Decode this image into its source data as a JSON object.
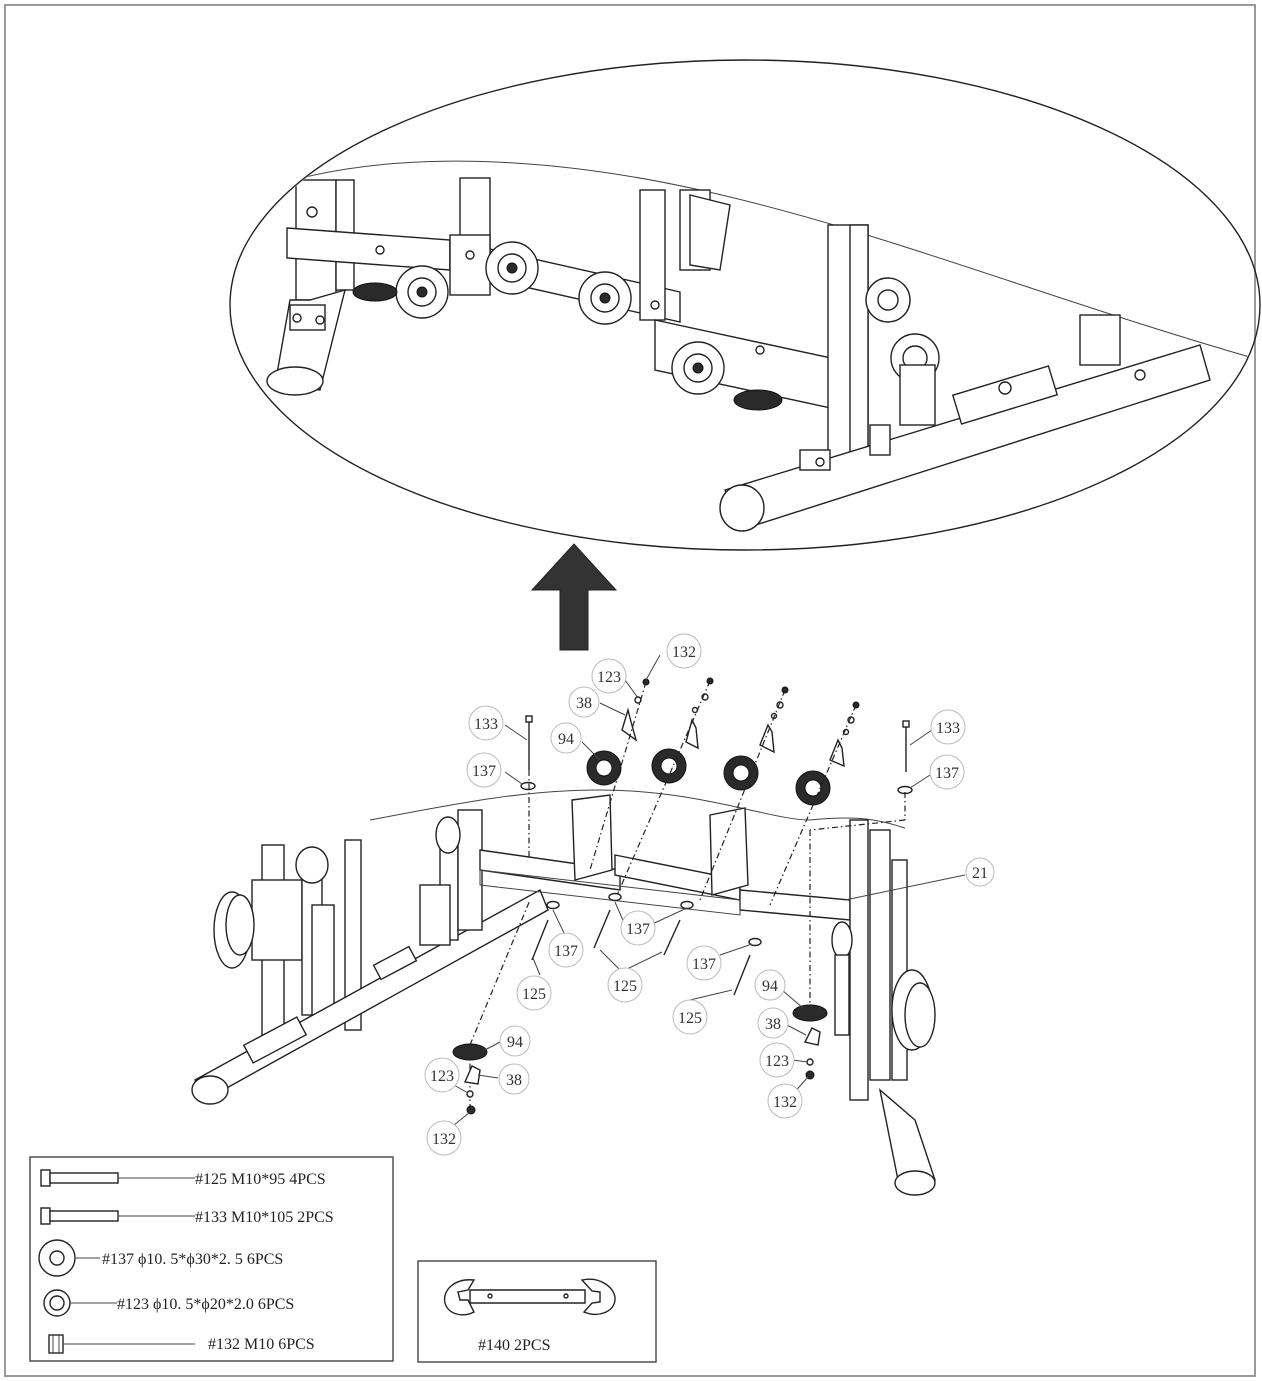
{
  "callouts": [
    {
      "id": "c-132-top",
      "text": "132"
    },
    {
      "id": "c-123-top",
      "text": "123"
    },
    {
      "id": "c-38-top",
      "text": "38"
    },
    {
      "id": "c-94-top",
      "text": "94"
    },
    {
      "id": "c-133-left",
      "text": "133"
    },
    {
      "id": "c-137-left",
      "text": "137"
    },
    {
      "id": "c-133-right",
      "text": "133"
    },
    {
      "id": "c-137-right",
      "text": "137"
    },
    {
      "id": "c-21",
      "text": "21"
    },
    {
      "id": "c-137-mid-a",
      "text": "137"
    },
    {
      "id": "c-137-mid-b",
      "text": "137"
    },
    {
      "id": "c-137-mid-c",
      "text": "137"
    },
    {
      "id": "c-125-a",
      "text": "125"
    },
    {
      "id": "c-125-b",
      "text": "125"
    },
    {
      "id": "c-125-c",
      "text": "125"
    },
    {
      "id": "c-94-left",
      "text": "94"
    },
    {
      "id": "c-38-left",
      "text": "38"
    },
    {
      "id": "c-123-left",
      "text": "123"
    },
    {
      "id": "c-132-left",
      "text": "132"
    },
    {
      "id": "c-94-right",
      "text": "94"
    },
    {
      "id": "c-38-right",
      "text": "38"
    },
    {
      "id": "c-123-right",
      "text": "123"
    },
    {
      "id": "c-132-right",
      "text": "132"
    }
  ],
  "hardware": [
    {
      "label": "#125 M10*95 4PCS"
    },
    {
      "label": "#133 M10*105 2PCS"
    },
    {
      "label": "#137 ϕ10. 5*ϕ30*2. 5    6PCS"
    },
    {
      "label": "#123 ϕ10. 5*ϕ20*2.0    6PCS"
    },
    {
      "label": "#132 M10    6PCS"
    }
  ],
  "tool": {
    "label": "#140    2PCS"
  },
  "icons": {
    "arrow": "up-arrow-icon",
    "wrench": "wrench-icon",
    "bolt": "bolt-icon",
    "washer": "washer-icon",
    "nut": "nut-icon",
    "pulley": "pulley-icon"
  }
}
